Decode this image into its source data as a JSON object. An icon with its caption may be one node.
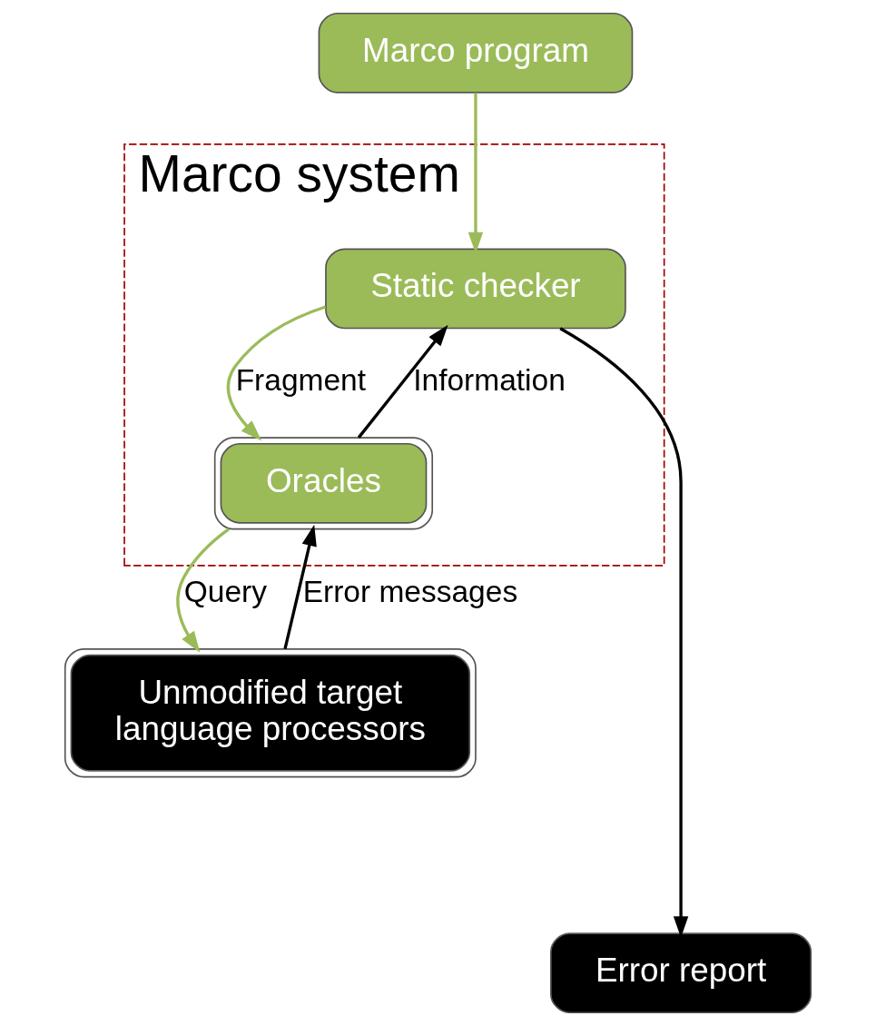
{
  "diagram": {
    "nodes": [
      {
        "text": [
          "Marco program"
        ]
      },
      {
        "text": [
          "Marco system"
        ]
      },
      {
        "text": [
          "Static checker"
        ],
        "in": 1
      },
      {
        "text": [
          "Oracles"
        ],
        "in": 1
      },
      {
        "text": [
          "Unmodified target language processors"
        ]
      },
      {
        "text": [
          "Error report"
        ]
      }
    ],
    "edges": [
      {
        "from": 0,
        "to": 2,
        "arrow": "to",
        "color": "#9bbb59"
      },
      {
        "from": 2,
        "to": 3,
        "arrow": "to",
        "label": "Fragment",
        "color": "#9bbb59"
      },
      {
        "from": 3,
        "to": 2,
        "arrow": "to",
        "label": "Information",
        "color": "#000000"
      },
      {
        "from": 3,
        "to": 4,
        "arrow": "to",
        "label": "Query",
        "color": "#9bbb59"
      },
      {
        "from": 4,
        "to": 3,
        "arrow": "to",
        "label": "Error messages",
        "color": "#000000"
      },
      {
        "from": 2,
        "to": 5,
        "arrow": "to",
        "color": "#000000"
      }
    ]
  }
}
